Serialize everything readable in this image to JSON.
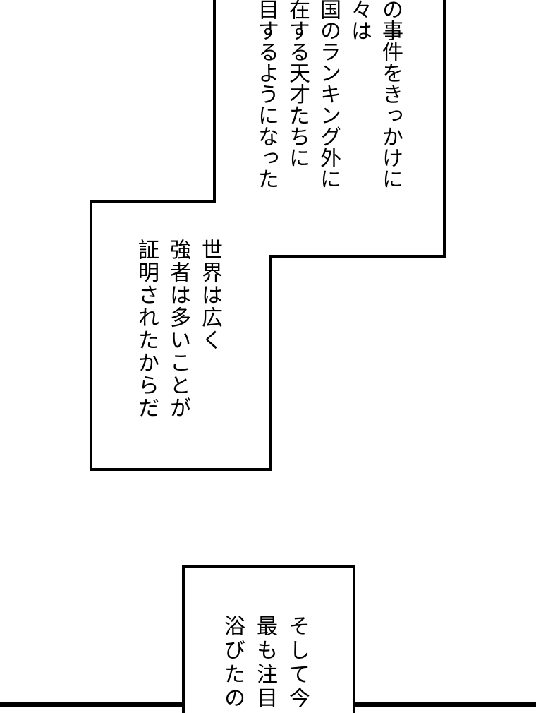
{
  "colors": {
    "background": "#ffffff",
    "ink": "#000000"
  },
  "caption_top": {
    "lines": [
      "の事件をきっかけに",
      "々は",
      "国のランキング外に",
      "在する天才たちに",
      "目するようになった"
    ]
  },
  "caption_middle": {
    "lines": [
      "世界は広く",
      "強者は多いことが",
      "証明されたからだ"
    ]
  },
  "speech_bubble": {
    "lines": [
      "そして今",
      "最も注目",
      "浴びたの"
    ]
  }
}
